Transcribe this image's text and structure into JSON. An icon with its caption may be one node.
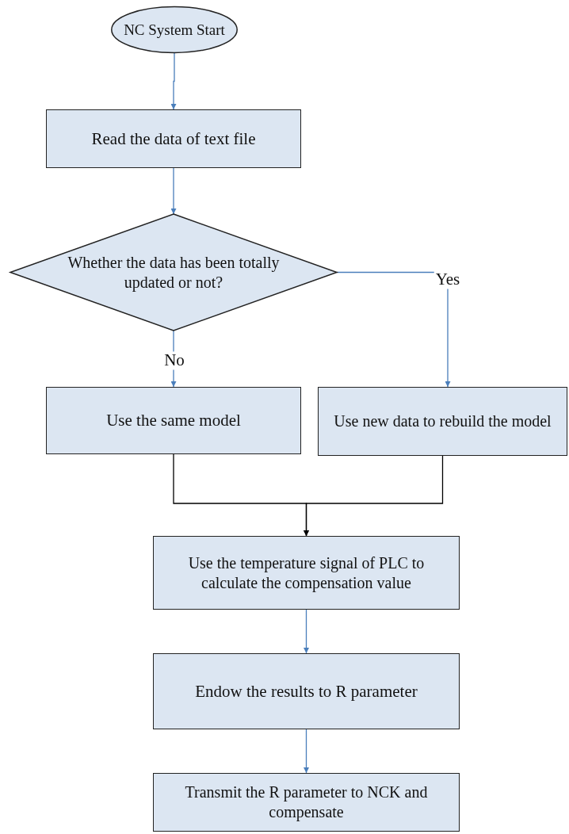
{
  "diagram": {
    "nodes": [
      {
        "text": [
          "NC System Start"
        ]
      },
      {
        "text": [
          "Read the data of text file"
        ]
      },
      {
        "text": [
          "Whether the data has been totally updated or not?"
        ]
      },
      {
        "text": [
          "Use the same model"
        ]
      },
      {
        "text": [
          "Use new data to rebuild the model"
        ]
      },
      {
        "text": [
          "Use the temperature signal of PLC to calculate the compensation value"
        ]
      },
      {
        "text": [
          "Endow the results to R parameter"
        ]
      },
      {
        "text": [
          "Transmit the R parameter to NCK and compensate"
        ]
      }
    ],
    "edges": [
      {
        "from": 0,
        "to": 1,
        "arrow": "to"
      },
      {
        "from": 1,
        "to": 2,
        "arrow": "to"
      },
      {
        "from": 2,
        "to": 3,
        "arrow": "to",
        "label": "No"
      },
      {
        "from": 2,
        "to": 4,
        "arrow": "to",
        "label": "Yes"
      },
      {
        "from": 3,
        "to": 5,
        "arrow": "to",
        "color": "#000000"
      },
      {
        "from": 4,
        "to": 5,
        "arrow": "to",
        "color": "#000000"
      },
      {
        "from": 5,
        "to": 6,
        "arrow": "to"
      },
      {
        "from": 6,
        "to": 7,
        "arrow": "to"
      }
    ]
  }
}
